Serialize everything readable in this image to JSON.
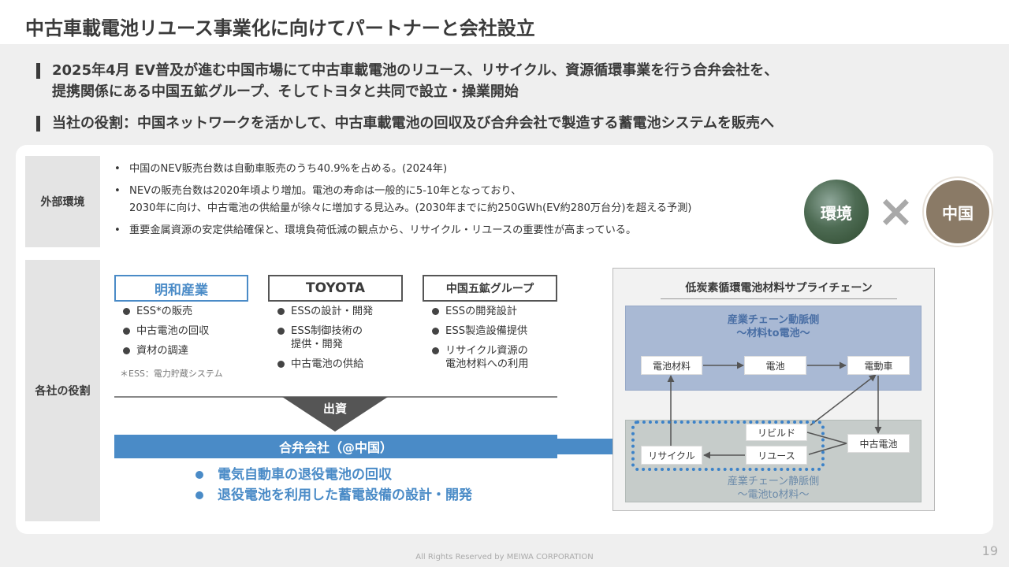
{
  "title": "中古車載電池リユース事業化に向けてパートナーと会社設立",
  "leads": [
    {
      "line1": "2025年4月 EV普及が進む中国市場にて中古車載電池のリユース、リサイクル、資源循環事業を行う合弁会社を、",
      "line2": "提携関係にある中国五鉱グループ、そしてトヨタと共同で設立・操業開始"
    },
    {
      "line1": "当社の役割：中国ネットワークを活かして、中古車載電池の回収及び合弁会社で製造する蓄電池システムを販売へ"
    }
  ],
  "external": {
    "label": "外部環境",
    "bullets": [
      {
        "line1": "中国のNEV販売台数は自動車販売のうち40.9%を占める。(2024年)"
      },
      {
        "line1": "NEVの販売台数は2020年頃より増加。電池の寿命は一般的に5-10年となっており、",
        "line2": "2030年に向け、中古電池の供給量が徐々に増加する見込み。(2030年までに約250GWh(EV約280万台分)を超える予測)"
      },
      {
        "line1": "重要金属資源の安定供給確保と、環境負荷低減の観点から、リサイクル・リユースの重要性が高まっている。"
      }
    ],
    "circle_env": "環境",
    "circle_china": "中国",
    "cross_symbol": "×"
  },
  "roles": {
    "label": "各社の役割",
    "companies": [
      {
        "name": "明和産業",
        "items": [
          "ESS*の販売",
          "中古電池の回収",
          "資材の調達"
        ]
      },
      {
        "name": "TOYOTA",
        "items": [
          "ESSの設計・開発",
          "ESS制御技術の\n提供・開発",
          "中古電池の供給"
        ]
      },
      {
        "name": "中国五鉱グループ",
        "items": [
          "ESSの開発設計",
          "ESS製造設備提供",
          "リサイクル資源の\n電池材料への利用"
        ]
      }
    ],
    "note": "＊ESS：電力貯蔵システム",
    "investment": "出資",
    "jv": "合弁会社（@中国）",
    "jv_items": [
      "電気自動車の退役電池の回収",
      "退役電池を利用した蓄電設備の設計・開発"
    ]
  },
  "supply_chain": {
    "title": "低炭素循環電池材料サプライチェーン",
    "upstream": [
      "産業チェーン動脈側",
      "〜材料to電池〜"
    ],
    "downstream": [
      "産業チェーン静脈側",
      "〜電池to材料〜"
    ],
    "nodes": {
      "battery_material": "電池材料",
      "battery": "電池",
      "ev": "電動車",
      "rebuild": "リビルド",
      "used_battery": "中古電池",
      "recycle": "リサイクル",
      "reuse": "リユース"
    }
  },
  "footer": "All Rights Reserved by MEIWA CORPORATION",
  "page_number": "19"
}
